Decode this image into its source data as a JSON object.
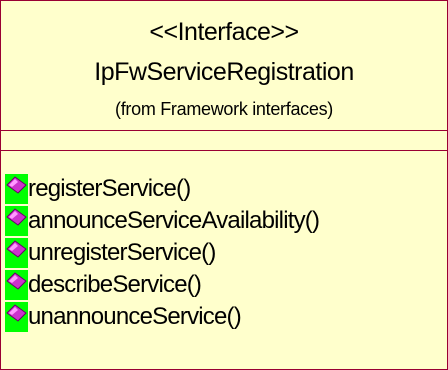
{
  "class": {
    "stereotype": "<<Interface>>",
    "name": "IpFwServiceRegistration",
    "package": "(from Framework interfaces)"
  },
  "operations": [
    {
      "name": "registerService()",
      "icon": "public-operation-icon"
    },
    {
      "name": "announceServiceAvailability()",
      "icon": "public-operation-icon"
    },
    {
      "name": "unregisterService()",
      "icon": "public-operation-icon"
    },
    {
      "name": "describeService()",
      "icon": "public-operation-icon"
    },
    {
      "name": "unannounceService()",
      "icon": "public-operation-icon"
    }
  ],
  "colors": {
    "fill": "#ffffcc",
    "border": "#990033",
    "icon_background": "#00ff00",
    "icon_diamond": "#cc33cc"
  }
}
